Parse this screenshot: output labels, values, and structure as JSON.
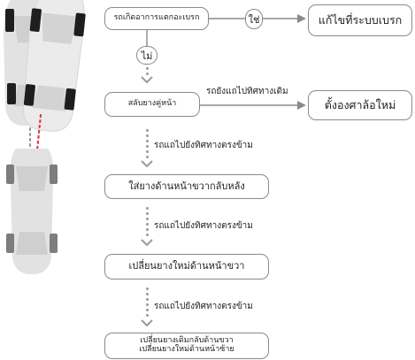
{
  "steps": {
    "step1": "รถเกิดอาการแตกอะเบรก",
    "step2": "สลับยางคู่หน้า",
    "step3": "ใส่ยางด้านหน้าขวากลับหลัง",
    "step4": "เปลี่ยนยางใหม่ด้านหน้าขวา",
    "step5_line1": "เปลี่ยนยางเดิมกลับด้านขวา",
    "step5_line2": "เปลี่ยนยางใหม่ด้านหน้าซ้าย"
  },
  "results": {
    "brake_fix": "แก้ไขที่ระบบเบรก",
    "alignment": "ตั้งองศาล้อใหม่"
  },
  "decisions": {
    "yes": "ใช่",
    "no": "ไม่"
  },
  "labels": {
    "still_same_side": "รถยังแถไปทิศทางเดิม",
    "opposite_1": "รถแถไปยังทิศทางตรงข้าม",
    "opposite_2": "รถแถไปยังทิศทางตรงข้าม",
    "opposite_3": "รถแถไปยังทิศทางตรงข้าม"
  },
  "colors": {
    "car_body": "#e6e6e6",
    "tire": "#1e1e1e",
    "track_line": "#e0384a",
    "connector": "#9a9a9a"
  }
}
